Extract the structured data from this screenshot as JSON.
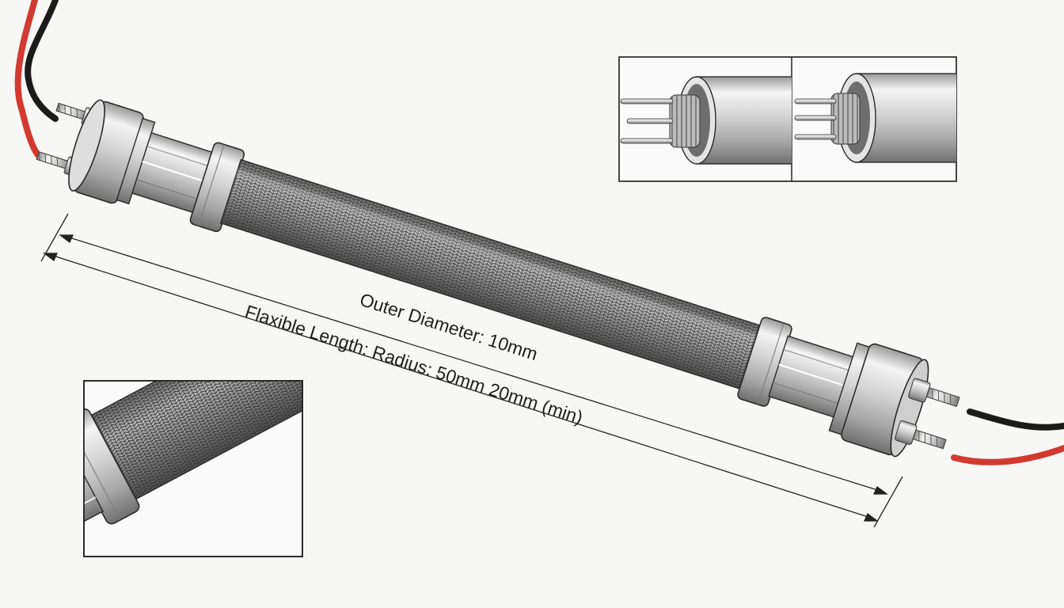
{
  "labels": {
    "outer_diameter": "Outer Diameter: 10mm",
    "flexible_length": "Flaxible Length: Radius: 50mm 20mm (min)"
  },
  "colors": {
    "background": "#f7f7f6",
    "metal_light": "#f2f2f2",
    "metal_mid": "#c9c9c9",
    "metal_dark": "#8a8a8a",
    "braid_dark": "#4a4a4a",
    "wire_red": "#d23a2f",
    "wire_black": "#1b1b1b",
    "outline": "#222222"
  },
  "icons": {
    "detail_top_left": "heating-element-core-cutaway",
    "detail_top_right": "heating-element-core-cutaway",
    "detail_bottom": "braided-sleeve-ferrule-closeup"
  }
}
